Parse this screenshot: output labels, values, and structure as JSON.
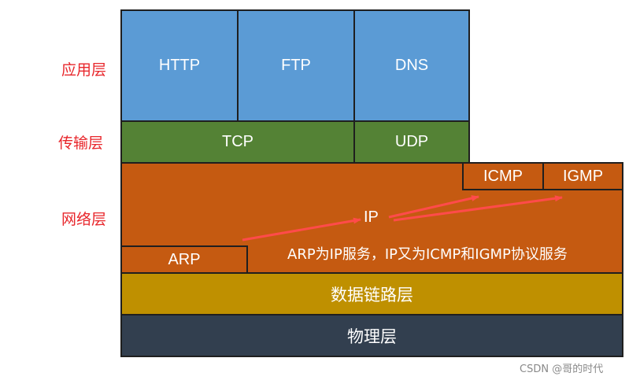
{
  "layers": {
    "application": "应用层",
    "transport": "传输层",
    "network": "网络层"
  },
  "protocols": {
    "http": "HTTP",
    "ftp": "FTP",
    "dns": "DNS",
    "tcp": "TCP",
    "udp": "UDP",
    "ip": "IP",
    "icmp": "ICMP",
    "igmp": "IGMP",
    "arp": "ARP"
  },
  "bands": {
    "datalink": "数据链路层",
    "physical": "物理层"
  },
  "note": "ARP为IP服务，IP又为ICMP和IGMP协议服务",
  "watermark": "CSDN @哥的时代",
  "colors": {
    "application": "#5b9bd5",
    "transport": "#548235",
    "network": "#c55a11",
    "datalink": "#bf9000",
    "physical": "#323f4f",
    "label": "#e8262b",
    "arrow": "#ff4b4b"
  }
}
